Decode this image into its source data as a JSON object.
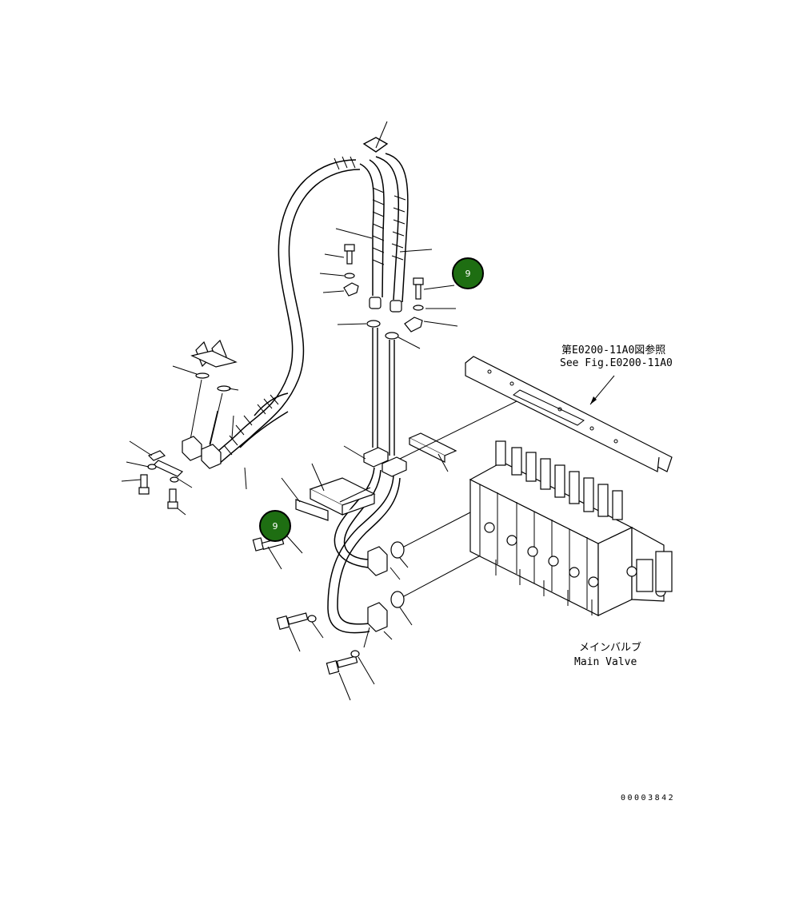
{
  "diagram": {
    "reference_note": {
      "line1": "第E0200-11A0図参照",
      "line2": "See Fig.E0200-11A0"
    },
    "main_valve_label": {
      "line1": "メインバルブ",
      "line2": "Main Valve"
    },
    "drawing_number": "00003842",
    "markers": [
      {
        "label": "9"
      },
      {
        "label": "9"
      }
    ]
  },
  "colors": {
    "marker_fill": "#1e6e12",
    "line": "#000000",
    "background": "#ffffff"
  }
}
